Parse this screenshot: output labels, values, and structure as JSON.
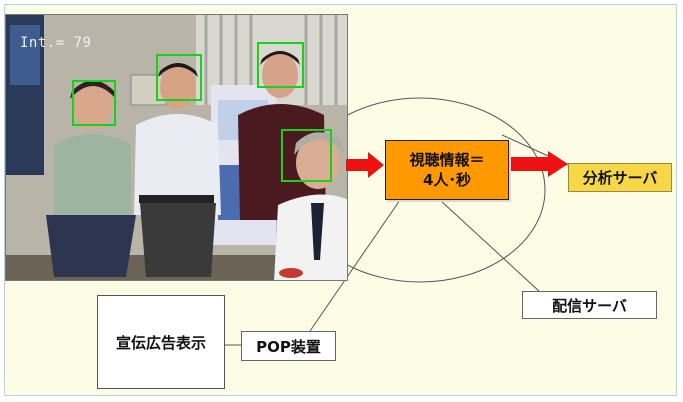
{
  "photo": {
    "overlay_text": "Int.= 79",
    "face_box_color": "#19d119"
  },
  "diagram": {
    "center_label_line1": "視聴情報＝",
    "center_label_line2": "4人･秒",
    "analysis_server_label": "分析サーバ",
    "delivery_server_label": "配信サーバ",
    "pop_device_label": "POP装置",
    "ad_display_label": "宣伝広告表示"
  },
  "colors": {
    "background": "#fdfde6",
    "center_box": "#ff9900",
    "analysis_box": "#f6d846",
    "arrow": "#ee1111",
    "frame_border": "#a9d8e4"
  },
  "icons": {
    "arrow_in": "right-arrow",
    "arrow_out": "right-arrow"
  }
}
